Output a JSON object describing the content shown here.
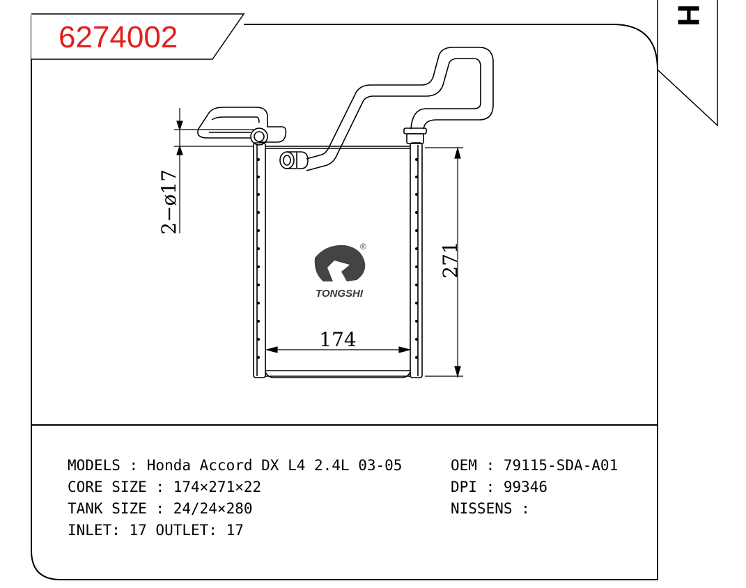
{
  "part_number": "6274002",
  "side_label": "H",
  "dimensions": {
    "pipe_label": "2−ø17",
    "height_label": "271",
    "width_label": "174"
  },
  "logo": {
    "name": "TONGSHI",
    "registered_mark": "®"
  },
  "specs": {
    "models": "MODELS : Honda Accord DX L4 2.4L 03-05",
    "core_size": "CORE SIZE : 174×271×22",
    "tank_size": "TANK SIZE : 24/24×280",
    "inlet_outlet": "INLET: 17  OUTLET: 17",
    "oem": "OEM : 79115-SDA-A01",
    "dpi": "DPI : 99346",
    "nissens": "NISSENS :"
  },
  "colors": {
    "part_number": "#e0201b",
    "line": "#000000",
    "logo": "#3a3a3a"
  }
}
